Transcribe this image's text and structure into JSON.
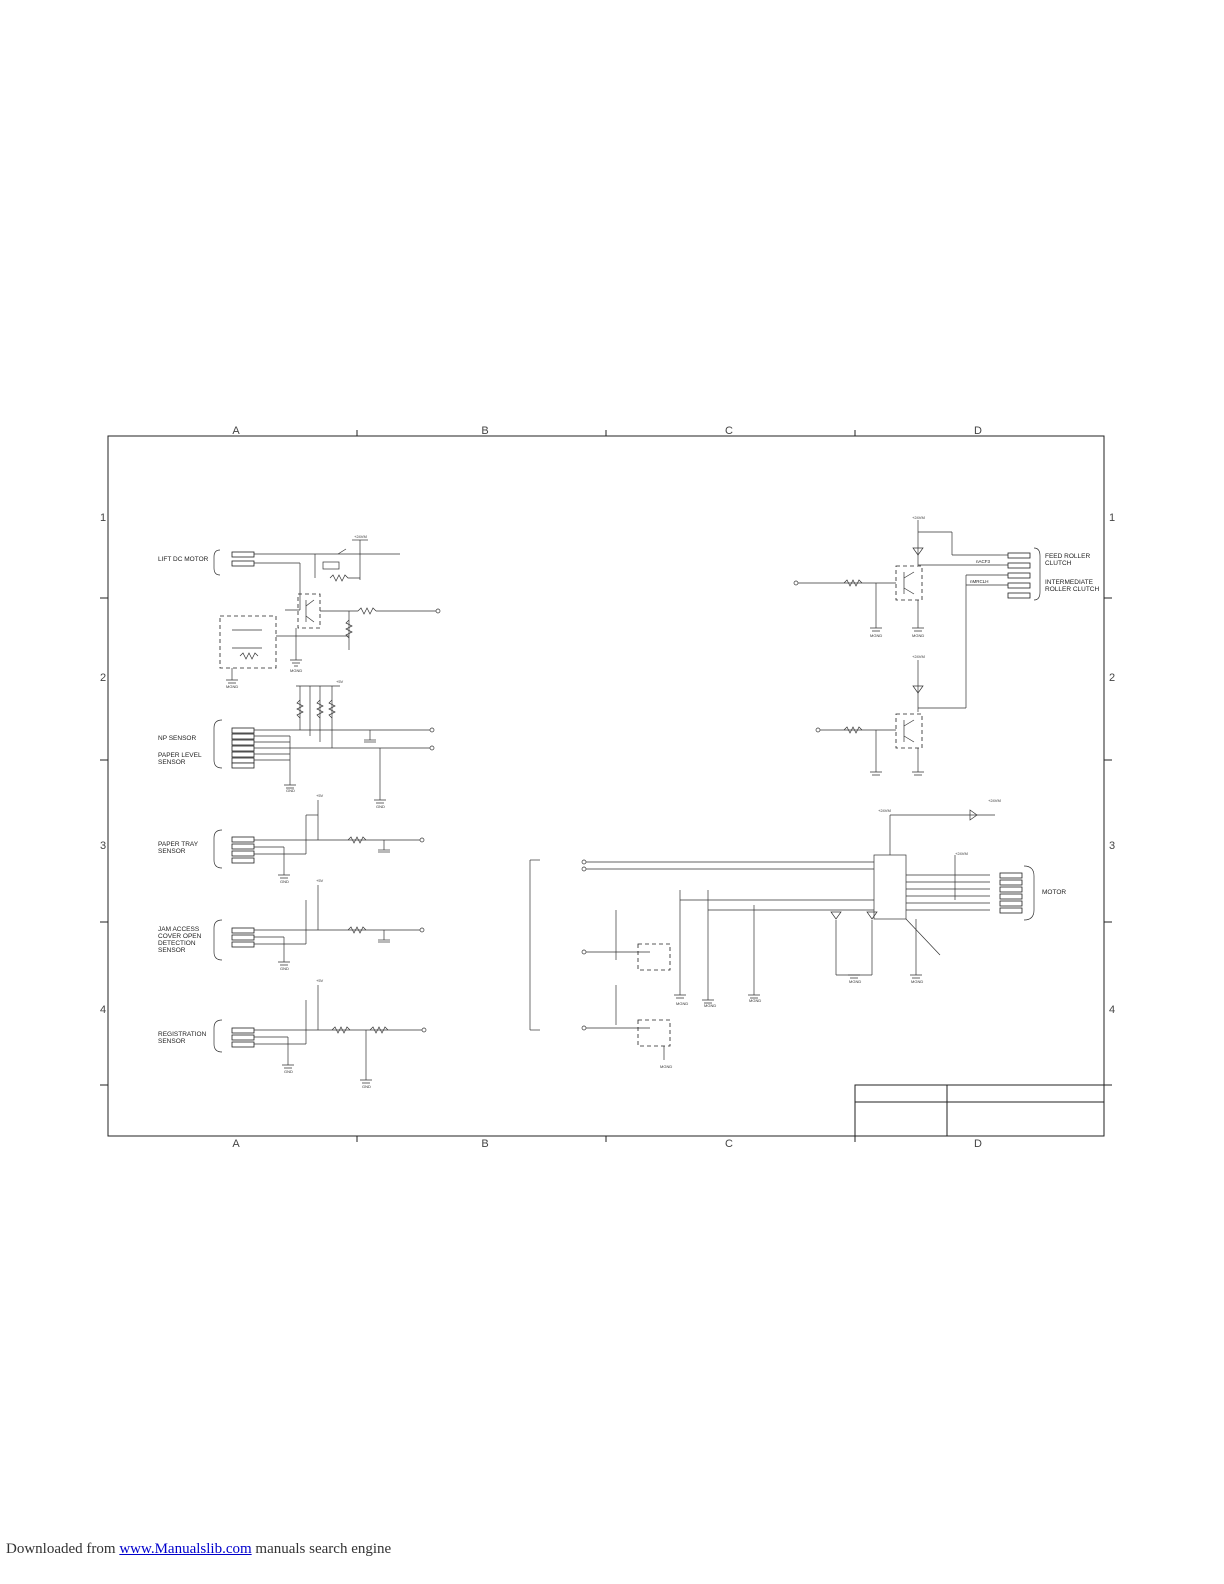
{
  "grid": {
    "columns": [
      "A",
      "B",
      "C",
      "D"
    ],
    "rows": [
      "1",
      "2",
      "3",
      "4"
    ]
  },
  "blocks": {
    "lift_dc_motor": "LIFT DC MOTOR",
    "np_sensor": "NP SENSOR",
    "paper_level_sensor": [
      "PAPER LEVEL",
      "SENSOR"
    ],
    "paper_tray_sensor": [
      "PAPER TRAY",
      "SENSOR"
    ],
    "jam_access_sensor": [
      "JAM ACCESS",
      "COVER OPEN",
      "DETECTION",
      "SENSOR"
    ],
    "registration_sensor": [
      "REGISTRATION",
      "SENSOR"
    ],
    "feed_roller_clutch": [
      "FEED ROLLER",
      "CLUTCH"
    ],
    "intermediate_roller_clutch": [
      "INTERMEDIATE",
      "ROLLER CLUTCH"
    ],
    "motor": "MOTOR"
  },
  "nets": {
    "nacf3": "nACF3",
    "nmrclh": "nMRCLH",
    "p24vm": "+24VM",
    "p5v": "+5V",
    "mgnd": "MGND",
    "gnd": "GND"
  },
  "footer": {
    "prefix": "Downloaded from",
    "link": "www.Manualslib.com",
    "suffix": "manuals search engine"
  }
}
